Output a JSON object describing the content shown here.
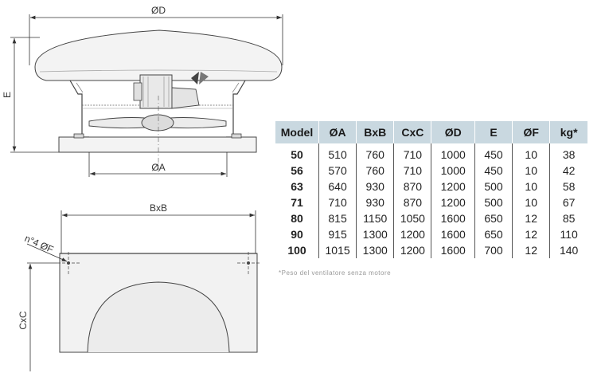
{
  "drawing": {
    "side_view": {
      "label_d": "ØD",
      "label_a": "ØA",
      "label_e": "E"
    },
    "top_view": {
      "label_bxb": "BxB",
      "label_cxc": "CxC",
      "label_holes": "n°4 ØF"
    }
  },
  "table": {
    "headers": [
      "Model",
      "ØA",
      "BxB",
      "CxC",
      "ØD",
      "E",
      "ØF",
      "kg*"
    ],
    "rows": [
      [
        "50",
        "510",
        "760",
        "710",
        "1000",
        "450",
        "10",
        "38"
      ],
      [
        "56",
        "570",
        "760",
        "710",
        "1000",
        "450",
        "10",
        "42"
      ],
      [
        "63",
        "640",
        "930",
        "870",
        "1200",
        "500",
        "10",
        "58"
      ],
      [
        "71",
        "710",
        "930",
        "870",
        "1200",
        "500",
        "10",
        "67"
      ],
      [
        "80",
        "815",
        "1150",
        "1050",
        "1600",
        "650",
        "12",
        "85"
      ],
      [
        "90",
        "915",
        "1300",
        "1200",
        "1600",
        "650",
        "12",
        "110"
      ],
      [
        "100",
        "1015",
        "1300",
        "1200",
        "1600",
        "700",
        "12",
        "140"
      ]
    ],
    "footnote": "*Peso del ventilatore senza motore"
  },
  "colors": {
    "header_bg": "#c9d8e0",
    "line": "#333333",
    "fill": "#f2f2f2"
  }
}
